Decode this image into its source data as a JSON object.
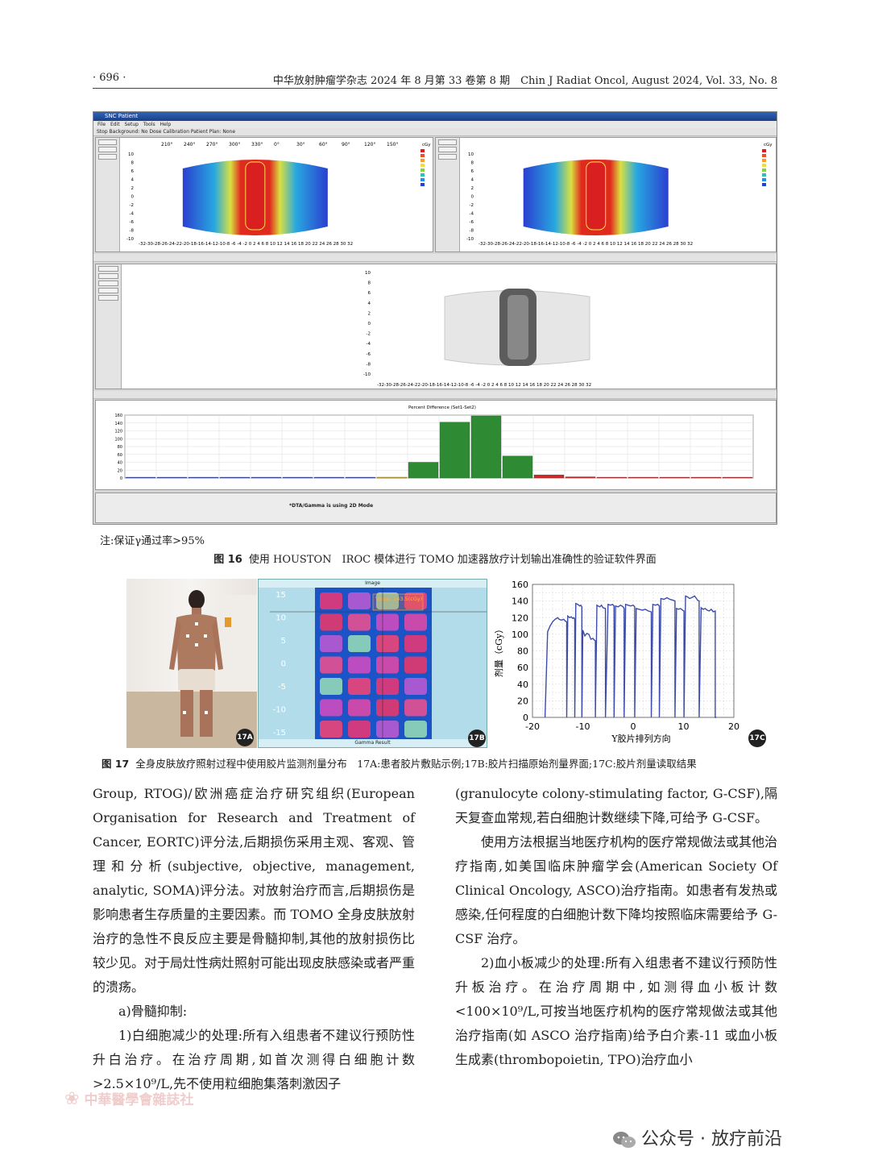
{
  "header": {
    "page_number": "· 696 ·",
    "journal": "中华放射肿瘤学杂志 2024 年 8 月第 33 卷第 8 期　Chin J Radiat Oncol, August 2024, Vol. 33, No. 8"
  },
  "figure16": {
    "window_title": "SNC Patient",
    "menu": "File  Edit  Setup  Tools  Help",
    "toolbar_top": "Stop  Background: No  Dose  Calibration  Patient Plan: None",
    "angle_labels": [
      "210°",
      "240°",
      "270°",
      "300°",
      "330°",
      "0°",
      "30°",
      "60°",
      "90°",
      "120°",
      "150°"
    ],
    "y_ticks": [
      "10",
      "8",
      "6",
      "4",
      "2",
      "0",
      "-2",
      "-4",
      "-6",
      "-8",
      "-10"
    ],
    "x_ticks": "-32-30-28-26-24-22-20-18-16-14-12-10-8 -6 -4 -2 0 2 4 6 8 10 12 14 16 18 20 22 24 26 28 30 32",
    "legend_title": "cGy",
    "analysis_title": "Percent Difference (Set1-Set2)",
    "dta_note": "*DTA/Gamma is using 2D Mode",
    "bars_colors": {
      "green": "#2f8a34",
      "red": "#cc2a2a",
      "blue": "#3a4fb5",
      "yellow": "#d8b530"
    },
    "histogram": {
      "y_ticks": [
        "160",
        "140",
        "120",
        "100",
        "80",
        "60",
        "40",
        "20",
        "0"
      ],
      "bins": [
        {
          "value": 0,
          "color": "blue"
        },
        {
          "value": 0,
          "color": "blue"
        },
        {
          "value": 1,
          "color": "blue"
        },
        {
          "value": 0,
          "color": "blue"
        },
        {
          "value": 0,
          "color": "blue"
        },
        {
          "value": 0,
          "color": "blue"
        },
        {
          "value": 0,
          "color": "blue"
        },
        {
          "value": 0,
          "color": "blue"
        },
        {
          "value": 1,
          "color": "yellow"
        },
        {
          "value": 40,
          "color": "green"
        },
        {
          "value": 142,
          "color": "green"
        },
        {
          "value": 158,
          "color": "green"
        },
        {
          "value": 56,
          "color": "green"
        },
        {
          "value": 8,
          "color": "red"
        },
        {
          "value": 3,
          "color": "red"
        },
        {
          "value": 1,
          "color": "red"
        },
        {
          "value": 0,
          "color": "red"
        },
        {
          "value": 0,
          "color": "red"
        },
        {
          "value": 0,
          "color": "red"
        },
        {
          "value": 0,
          "color": "red"
        }
      ]
    }
  },
  "note16": "注:保证γ通过率>95%",
  "caption16": {
    "label": "图 16",
    "text": "使用 HOUSTON　IROC 模体进行 TOMO 加速器放疗计划输出准确性的验证软件界面"
  },
  "figure17": {
    "badge_a": "17A",
    "badge_b": "17B",
    "badge_c": "17C",
    "scan": {
      "title": "Image",
      "footer": "Gamma Result",
      "y_ticks": [
        "15",
        "10",
        "5",
        "0",
        "-5",
        "-10",
        "-15"
      ],
      "value_text": "Value: 143.5(cGy)"
    }
  },
  "chart_data": {
    "type": "line",
    "title": "",
    "xlabel": "Y胶片排列方向",
    "ylabel": "剂量（cGy）",
    "xlim": [
      -20,
      20
    ],
    "ylim": [
      0,
      160
    ],
    "x_ticks": [
      "-20",
      "-10",
      "0",
      "10",
      "20"
    ],
    "y_ticks": [
      "160",
      "140",
      "120",
      "100",
      "80",
      "60",
      "40",
      "20",
      "0"
    ],
    "grid": true,
    "series": [
      {
        "x": [
          -17.5,
          -17.0,
          -16.5,
          -16.0,
          -15.5,
          -15.0,
          -14.7,
          -14.3,
          -13.8,
          -13.5,
          -13.2,
          -13.2,
          -13.0,
          -12.6,
          -12.3,
          -12.0,
          -11.8,
          -11.6,
          -11.6,
          -11.4,
          -11.0,
          -10.6,
          -10.4,
          -10.2,
          -10.2,
          -10.0,
          -9.6,
          -9.2,
          -8.8,
          -8.4,
          -8.0,
          -7.7,
          -7.5,
          -7.5,
          -7.2,
          -7.0,
          -6.6,
          -6.3,
          -6.0,
          -5.5,
          -5.5,
          -5.0,
          -4.5,
          -4.1,
          -3.8,
          -3.8,
          -3.5,
          -3.0,
          -2.5,
          -2.0,
          -1.8,
          -1.8,
          -1.5,
          -1.0,
          -0.5,
          0.0,
          0.3,
          0.3,
          0.6,
          1.2,
          1.8,
          2.4,
          3.0,
          3.6,
          3.6,
          3.9,
          4.4,
          4.9,
          5.2,
          5.2,
          5.5,
          6.1,
          6.7,
          7.3,
          7.9,
          8.3,
          8.3,
          8.6,
          9.0,
          9.4,
          9.8,
          10.1,
          10.1,
          10.4,
          10.8,
          11.2,
          11.6,
          12.2,
          12.8,
          13.1,
          13.1,
          13.5,
          13.9,
          14.3,
          14.7,
          15.1,
          15.5,
          15.9,
          16.3,
          16.3,
          16.5
        ],
        "y": [
          0,
          103,
          110,
          115,
          118,
          120,
          118,
          117,
          118,
          116,
          115,
          0,
          122,
          120,
          121,
          119,
          120,
          118,
          0,
          137,
          136,
          134,
          135,
          133,
          0,
          105,
          98,
          101,
          100,
          94,
          95,
          93,
          92,
          0,
          135,
          134,
          133,
          135,
          132,
          131,
          0,
          136,
          135,
          136,
          134,
          0,
          134,
          133,
          135,
          133,
          131,
          0,
          136,
          135,
          134,
          135,
          133,
          0,
          131,
          130,
          129,
          130,
          128,
          127,
          0,
          136,
          135,
          136,
          134,
          0,
          143,
          142,
          144,
          142,
          141,
          140,
          0,
          131,
          130,
          131,
          129,
          128,
          0,
          146,
          145,
          143,
          144,
          146,
          141,
          140,
          0,
          132,
          130,
          131,
          129,
          128,
          130,
          127,
          128,
          0,
          0
        ]
      }
    ]
  },
  "caption17": {
    "label": "图 17",
    "text": "全身皮肤放疗照射过程中使用胶片监测剂量分布　17A:患者胶片敷贴示例;17B:胶片扫描原始剂量界面;17C:胶片剂量读取结果"
  },
  "body_left": [
    {
      "text": "Group, RTOG)/欧洲癌症治疗研究组织(European Organisation for Research and Treatment of Cancer, EORTC)评分法,后期损伤采用主观、客观、管理和分析(subjective, objective, management, analytic, SOMA)评分法。对放射治疗而言,后期损伤是影响患者生存质量的主要因素。而 TOMO 全身皮肤放射治疗的急性不良反应主要是骨髓抑制,其他的放射损伤比较少见。对于局灶性病灶照射可能出现皮肤感染或者严重的溃疡。",
      "indent": false
    },
    {
      "text": "a)骨髓抑制:",
      "indent": true
    },
    {
      "text": "1)白细胞减少的处理:所有入组患者不建议行预防性升白治疗。在治疗周期,如首次测得白细胞计数>2.5×10⁹/L,先不使用粒细胞集落刺激因子",
      "indent": true
    }
  ],
  "body_right": [
    {
      "text": "(granulocyte colony-stimulating factor, G-CSF),隔天复查血常规,若白细胞计数继续下降,可给予 G-CSF。",
      "indent": false
    },
    {
      "text": "使用方法根据当地医疗机构的医疗常规做法或其他治疗指南,如美国临床肿瘤学会(American Society Of Clinical Oncology, ASCO)治疗指南。如患者有发热或感染,任何程度的白细胞计数下降均按照临床需要给予 G-CSF 治疗。",
      "indent": true
    },
    {
      "text": "2)血小板减少的处理:所有入组患者不建议行预防性升板治疗。在治疗周期中,如测得血小板计数<100×10⁹/L,可按当地医疗机构的医疗常规做法或其他治疗指南(如 ASCO 治疗指南)给予白介素-11 或血小板生成素(thrombopoietin, TPO)治疗血小",
      "indent": true
    }
  ],
  "footer_publisher": "中華醫學會雜誌社",
  "wechat": "公众号 · 放疗前沿"
}
